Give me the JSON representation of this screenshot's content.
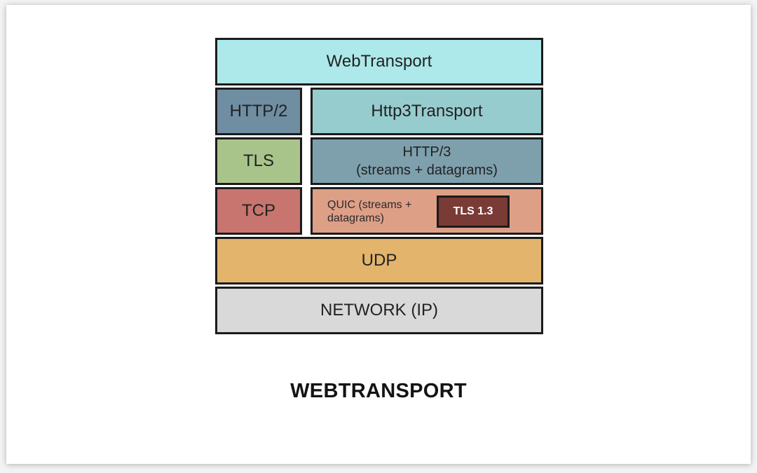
{
  "diagram": {
    "layers": {
      "webtransport": {
        "label": "WebTransport",
        "color": "#ade8ea"
      },
      "http2": {
        "label": "HTTP/2",
        "color": "#6f8ea2"
      },
      "http3transport": {
        "label": "Http3Transport",
        "color": "#97ccce"
      },
      "tls": {
        "label": "TLS",
        "color": "#a9c48a"
      },
      "http3": {
        "label": "HTTP/3\n(streams + datagrams)",
        "color": "#7ea0ad"
      },
      "tcp": {
        "label": "TCP",
        "color": "#c7756e"
      },
      "quic": {
        "label": "QUIC (streams +\ndatagrams)",
        "color": "#de9f87"
      },
      "tls13": {
        "label": "TLS 1.3",
        "color": "#7a3a36"
      },
      "udp": {
        "label": "UDP",
        "color": "#e3b46c"
      },
      "network": {
        "label": "NETWORK (IP)",
        "color": "#d9d9d9"
      }
    },
    "caption": "WEBTRANSPORT"
  }
}
